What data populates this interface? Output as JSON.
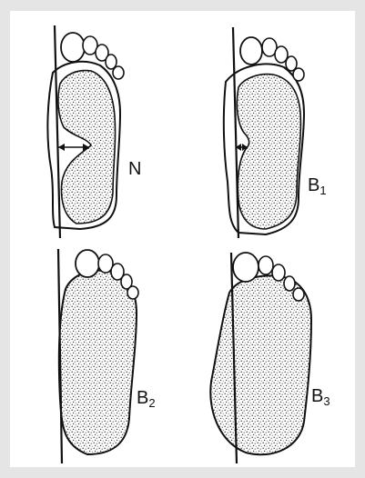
{
  "labels": {
    "n": {
      "main": "N",
      "sub": ""
    },
    "b1": {
      "main": "B",
      "sub": "1"
    },
    "b2": {
      "main": "B",
      "sub": "2"
    },
    "b3": {
      "main": "B",
      "sub": "3"
    }
  },
  "colors": {
    "frame": "#e5e5e5",
    "panel": "#ffffff",
    "ink": "#111111",
    "stipple": "#555555"
  },
  "icons": [
    "foot-print-normal",
    "foot-print-b1",
    "foot-print-b2",
    "foot-print-b3",
    "reference-line",
    "arch-arrow"
  ]
}
